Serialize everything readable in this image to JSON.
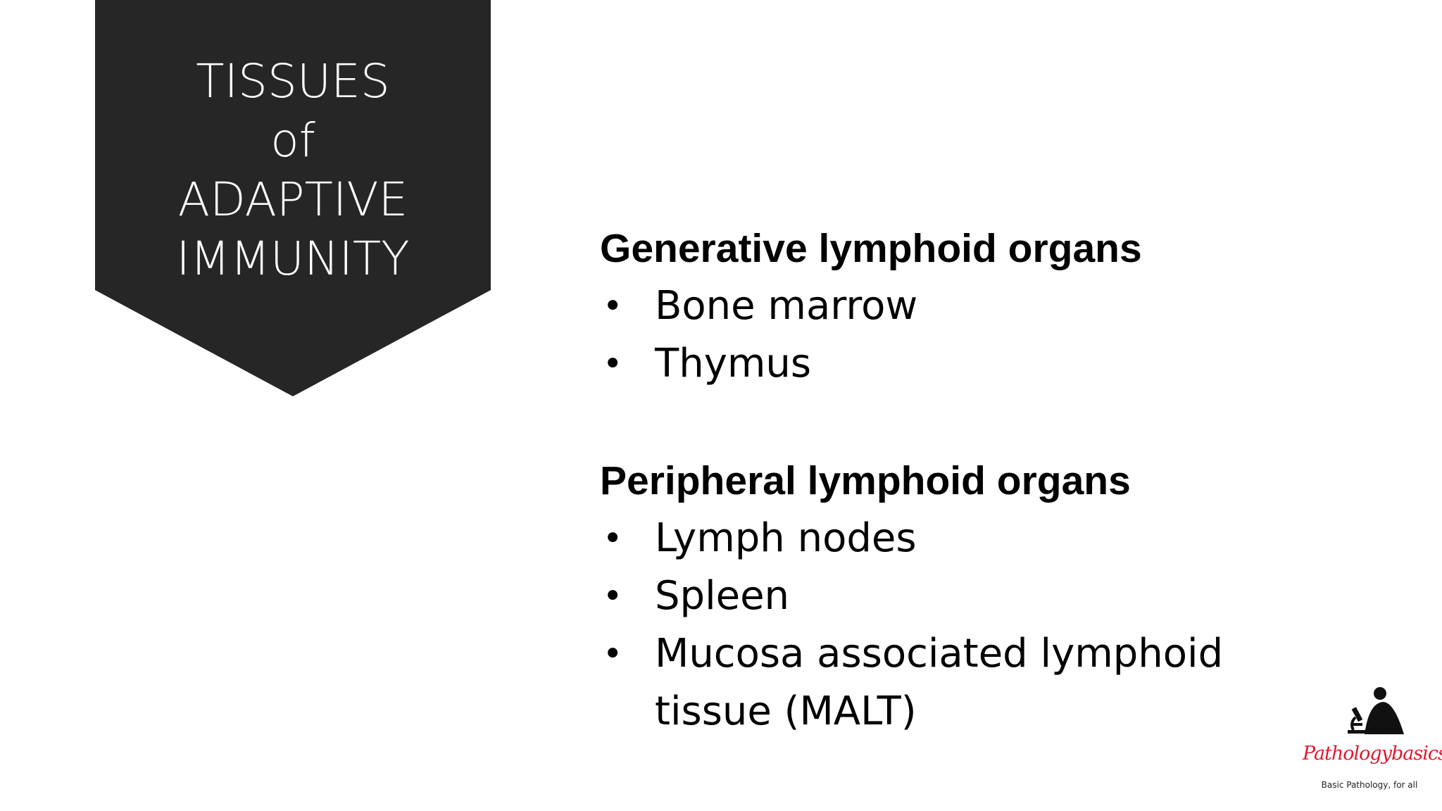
{
  "banner": {
    "title_lines": [
      "TISSUES",
      "of",
      "ADAPTIVE",
      "IMMUNITY"
    ],
    "color": "#262626"
  },
  "sections": [
    {
      "heading": "Generative lymphoid organs",
      "items": [
        "Bone marrow",
        "Thymus"
      ]
    },
    {
      "heading": "Peripheral lymphoid organs",
      "items": [
        "Lymph nodes",
        "Spleen",
        "Mucosa associated lymphoid tissue (MALT)"
      ]
    }
  ],
  "bullet_char": "•",
  "logo": {
    "icon": "microscope-person-icon",
    "brand": "Pathologybasics",
    "tagline": "Basic Pathology, for all",
    "brand_color": "#e0182d"
  }
}
